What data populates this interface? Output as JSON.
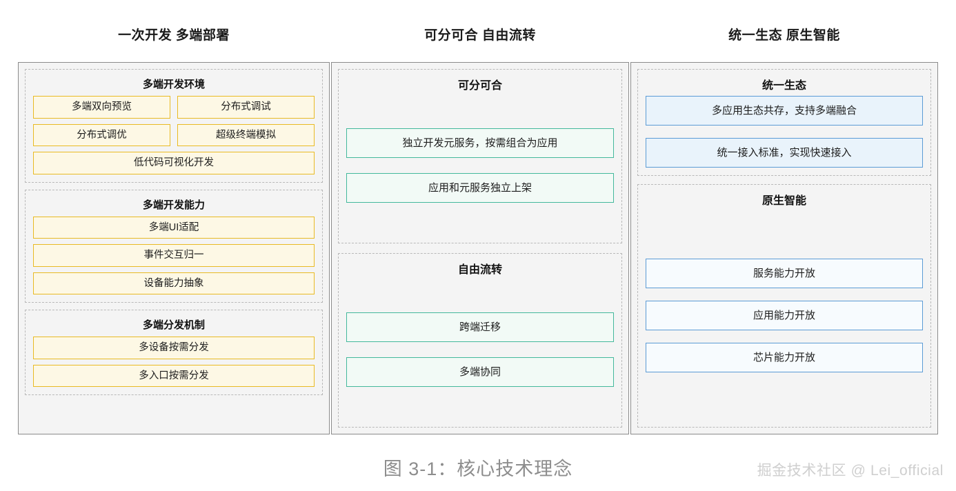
{
  "columns": [
    {
      "title": "一次开发 多端部署",
      "theme": "yellow",
      "groups": [
        {
          "title": "多端开发环境",
          "rows": [
            [
              "多端双向预览",
              "分布式调试"
            ],
            [
              "分布式调优",
              "超级终端模拟"
            ],
            [
              "低代码可视化开发"
            ]
          ]
        },
        {
          "title": "多端开发能力",
          "rows": [
            [
              "多端UI适配"
            ],
            [
              "事件交互归一"
            ],
            [
              "设备能力抽象"
            ]
          ]
        },
        {
          "title": "多端分发机制",
          "rows": [
            [
              "多设备按需分发"
            ],
            [
              "多入口按需分发"
            ]
          ]
        }
      ]
    },
    {
      "title": "可分可合 自由流转",
      "theme": "green",
      "groups": [
        {
          "title": "可分可合",
          "rows": [
            [
              "独立开发元服务，按需组合为应用"
            ],
            [
              "应用和元服务独立上架"
            ]
          ]
        },
        {
          "title": "自由流转",
          "rows": [
            [
              "跨端迁移"
            ],
            [
              "多端协同"
            ]
          ]
        }
      ]
    },
    {
      "title": "统一生态 原生智能",
      "theme": "blue",
      "groups": [
        {
          "title": "统一生态",
          "rows": [
            [
              "多应用生态共存，支持多端融合"
            ],
            [
              "统一接入标准，实现快速接入"
            ]
          ]
        },
        {
          "title": "原生智能",
          "rows": [
            [
              "服务能力开放"
            ],
            [
              "应用能力开放"
            ],
            [
              "芯片能力开放"
            ]
          ]
        }
      ]
    }
  ],
  "footer": {
    "caption": "图 3-1：核心技术理念",
    "watermark": "掘金技术社区 @ Lei_official"
  },
  "colors": {
    "yellow_border": "#e9ba23",
    "yellow_fill": "#fdf8e5",
    "green_border": "#43b89b",
    "green_fill": "#f2faf6",
    "blue_border": "#5b9bd5",
    "blue_fill": "#e9f3fb",
    "box_border": "#8a8a8a",
    "box_fill": "#f4f4f4",
    "dashed_border": "#b8b8b8",
    "caption_color": "#8d8d8d",
    "watermark_color": "#cfcfcf"
  }
}
